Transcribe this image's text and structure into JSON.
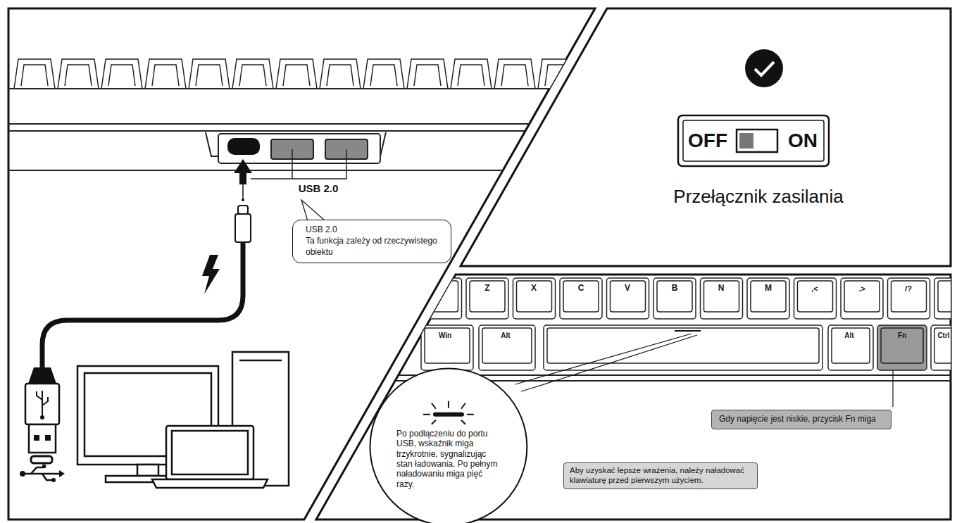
{
  "diagram": {
    "nodes": [
      {
        "text": [
          "USB 2.0",
          "Ta funkcja zależy od rzeczywistego obiektu"
        ]
      },
      {
        "text": [
          "Po podłączeniu do portu USB, wskaźnik miga trzykrotnie, sygnalizując stan ładowania. Po pełnym naładowaniu miga pięć razy."
        ]
      },
      {
        "text": [
          "Gdy napięcie jest niskie, przycisk Fn miga"
        ]
      },
      {
        "text": [
          "Aby uzyskać lepsze wrażenia, należy naładować klawiaturę przed pierwszym użyciem."
        ]
      }
    ],
    "labels": [
      "USB 2.0",
      "OFF",
      "ON",
      "Przełącznik zasilania",
      "Z",
      "X",
      "C",
      "V",
      "B",
      "N",
      "M",
      ",<",
      ".>",
      "/?",
      "Win",
      "Alt",
      "Alt",
      "Fn",
      "Ctrl"
    ]
  }
}
